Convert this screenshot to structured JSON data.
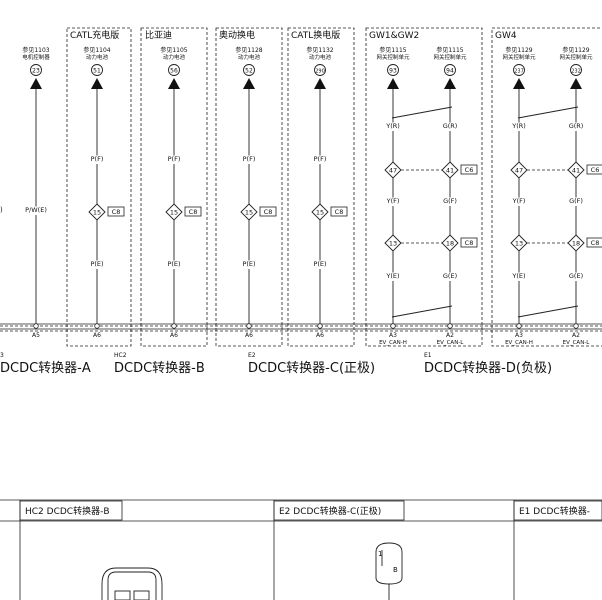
{
  "groups": [
    {
      "id": "catl-charge",
      "label": "CATL充电版"
    },
    {
      "id": "byd",
      "label": "比亚迪"
    },
    {
      "id": "aodong",
      "label": "奥动换电"
    },
    {
      "id": "catl-swap",
      "label": "CATL换电版"
    },
    {
      "id": "gw12",
      "label": "GW1&GW2"
    },
    {
      "id": "gw4",
      "label": "GW4"
    }
  ],
  "columns": [
    {
      "ref": "参见1103",
      "desc": "电机控制器",
      "circle": "23",
      "mid": "P/W(E)",
      "pin": "A5",
      "pinlabel": ""
    },
    {
      "ref": "参见1104",
      "desc": "动力电池",
      "circle": "51",
      "wireTop": "P(F)",
      "diamond": "15",
      "box": "C8",
      "wireBot": "P(E)",
      "pin": "A6",
      "pinlabel": ""
    },
    {
      "ref": "参见1105",
      "desc": "动力电池",
      "circle": "56",
      "wireTop": "P(F)",
      "diamond": "15",
      "box": "C8",
      "wireBot": "P(E)",
      "pin": "A6",
      "pinlabel": ""
    },
    {
      "ref": "参见1128",
      "desc": "动力电池",
      "circle": "52",
      "wireTop": "P(F)",
      "diamond": "15",
      "box": "C8",
      "wireBot": "P(E)",
      "pin": "A6",
      "pinlabel": ""
    },
    {
      "ref": "参见1132",
      "desc": "动力电池",
      "circle": "290",
      "wireTop": "P(F)",
      "diamond": "15",
      "box": "C8",
      "wireBot": "P(E)",
      "pin": "A6",
      "pinlabel": ""
    },
    {
      "ref": "参见1115",
      "desc": "网关控制单元",
      "circle": "93",
      "w1": "Y(R)",
      "d1": "47",
      "w2": "Y(F)",
      "d2": "13",
      "w3": "Y(E)",
      "pin": "A3",
      "pinlabel": "EV_CAN-H"
    },
    {
      "ref": "参见1115",
      "desc": "网关控制单元",
      "circle": "94",
      "w1": "G(R)",
      "d1": "41",
      "box1": "C6",
      "w2": "G(F)",
      "d2": "18",
      "box2": "C8",
      "w3": "G(E)",
      "pin": "A2",
      "pinlabel": "EV_CAN-L"
    },
    {
      "ref": "参见1129",
      "desc": "网关控制单元",
      "circle": "237",
      "w1": "Y(R)",
      "d1": "47",
      "w2": "Y(F)",
      "d2": "13",
      "w3": "Y(E)",
      "pin": "A3",
      "pinlabel": "EV_CAN-H"
    },
    {
      "ref": "参见1129",
      "desc": "网关控制单元",
      "circle": "232",
      "w1": "G(R)",
      "d1": "41",
      "box1": "C6",
      "w2": "G(F)",
      "d2": "18",
      "box2": "C8",
      "w3": "G(E)",
      "pin": "A2",
      "pinlabel": "EV_CAN-L"
    }
  ],
  "left_fragment": ")",
  "connector_titles": [
    {
      "code": "3",
      "name": "DCDC转换器-A"
    },
    {
      "code": "HC2",
      "name": "DCDC转换器-B"
    },
    {
      "code": "E2",
      "name": "DCDC转换器-C(正极)"
    },
    {
      "code": "E1",
      "name": "DCDC转换器-D(负极)"
    }
  ],
  "bottom_panels": [
    {
      "title": "HC2 DCDC转换器-B"
    },
    {
      "title": "E2 DCDC转换器-C(正极)"
    },
    {
      "title": "E1 DCDC转换器-"
    }
  ],
  "plug_pins": [
    "1",
    "B"
  ]
}
